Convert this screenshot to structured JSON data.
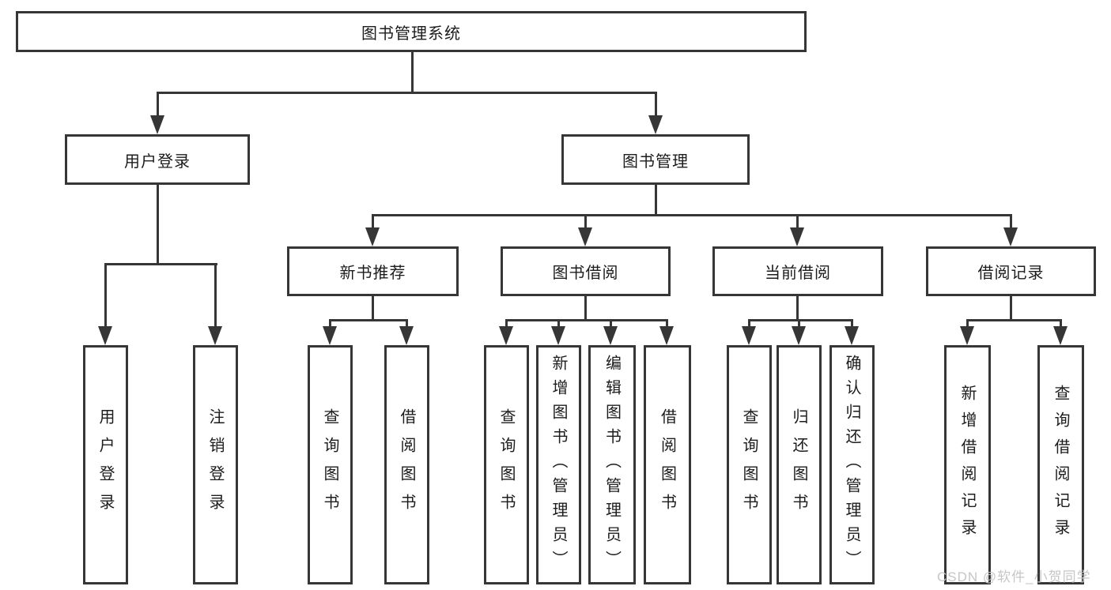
{
  "tree": {
    "label": "图书管理系统",
    "children": [
      {
        "label": "用户登录",
        "children": [
          {
            "label": "用户登录"
          },
          {
            "label": "注销登录"
          }
        ]
      },
      {
        "label": "图书管理",
        "children": [
          {
            "label": "新书推荐",
            "children": [
              {
                "label": "查询图书"
              },
              {
                "label": "借阅图书"
              }
            ]
          },
          {
            "label": "图书借阅",
            "children": [
              {
                "label": "查询图书"
              },
              {
                "label": "新增图书（管理员）"
              },
              {
                "label": "编辑图书（管理员）"
              },
              {
                "label": "借阅图书"
              }
            ]
          },
          {
            "label": "当前借阅",
            "children": [
              {
                "label": "查询图书"
              },
              {
                "label": "归还图书"
              },
              {
                "label": "确认归还（管理员）"
              }
            ]
          },
          {
            "label": "借阅记录",
            "children": [
              {
                "label": "新增借阅记录"
              },
              {
                "label": "查询借阅记录"
              }
            ]
          }
        ]
      }
    ]
  },
  "watermark": {
    "text": "CSDN @软件_小贺同学"
  },
  "colors": {
    "line": "#363636",
    "box_border": "#363636",
    "text": "#1c1c1c",
    "watermark": "#c6c6c6",
    "background": "#ffffff"
  }
}
